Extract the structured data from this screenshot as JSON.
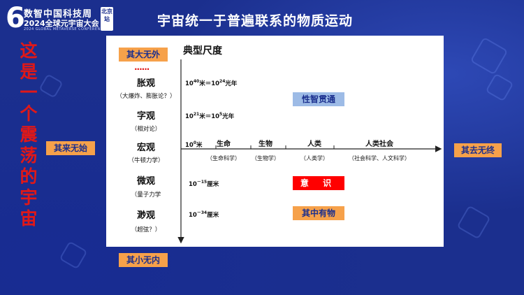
{
  "logo": {
    "number": "6",
    "line1": "数智中国科技周",
    "line2": "2024全球元宇宙大会",
    "line3": "2024 GLOBAL METAVERSE CONFERENCE",
    "tag": "北京站"
  },
  "slide": {
    "title": "宇宙统一于普遍联系的物质运动",
    "vertical_slogan": [
      "这",
      "是",
      "一",
      "个",
      "震",
      "荡",
      "的",
      "宇",
      "宙"
    ],
    "chart_title": "典型尺度",
    "top_label": "其大无外",
    "bottom_label": "其小无内",
    "left_label": "其来无始",
    "right_label": "其去无终",
    "dots": "······",
    "scales": [
      {
        "name": "胀观",
        "sub": "（大爆炸、膨胀论？）"
      },
      {
        "name": "字观",
        "sub": "（相对论）"
      },
      {
        "name": "宏观",
        "sub": "（牛顿力学）"
      },
      {
        "name": "微观",
        "sub": "（量子力学"
      },
      {
        "name": "渺观",
        "sub": "（超弦？）"
      }
    ],
    "magnitudes": [
      {
        "base1": "10",
        "exp1": "40",
        "mid": "米＝10",
        "exp2": "24",
        "unit": "光年"
      },
      {
        "base1": "10",
        "exp1": "21",
        "mid": "米＝10",
        "exp2": "5",
        "unit": "光年"
      },
      {
        "base1": "10",
        "exp1": "0",
        "mid": "米",
        "exp2": "",
        "unit": ""
      },
      {
        "base1": "10",
        "exp1": "－15",
        "mid": "厘米",
        "exp2": "",
        "unit": ""
      },
      {
        "base1": "10",
        "exp1": "－34",
        "mid": "厘米",
        "exp2": "",
        "unit": ""
      }
    ],
    "categories": [
      {
        "name": "生命",
        "sub": "（生命科学）"
      },
      {
        "name": "生物",
        "sub": "（生物学）"
      },
      {
        "name": "人类",
        "sub": "（人类学）"
      },
      {
        "name": "人类社会",
        "sub": "（社会科学、人文科学）"
      }
    ],
    "blue_box": "性智贯通",
    "red_box": "意 识",
    "orange_box": "其中有物"
  },
  "colors": {
    "background": "#1b2f8e",
    "orange": "#f6a14a",
    "red": "#ff0000",
    "blue_box": "#9dbbe6",
    "slogan": "#e01818"
  }
}
